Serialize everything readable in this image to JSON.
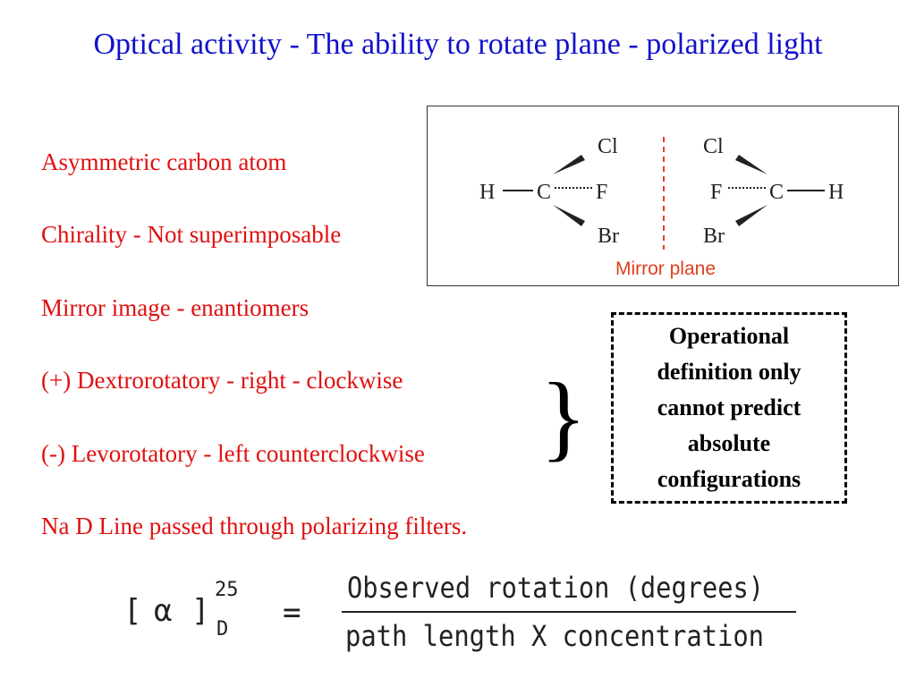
{
  "title": "Optical activity -  The ability to rotate plane - polarized light",
  "bullets": [
    "Asymmetric carbon atom",
    "Chirality - Not superimposable",
    "Mirror image - enantiomers",
    "(+) Dextrorotatory - right - clockwise",
    "(-) Levorotatory - left counterclockwise",
    "Na D Line passed through polarizing filters."
  ],
  "brace": "}",
  "note_box": {
    "lines": [
      "Operational",
      "definition only",
      "cannot predict",
      "absolute",
      "configurations"
    ]
  },
  "diagram": {
    "left_molecule": {
      "h": "H",
      "c": "C",
      "f": "F",
      "cl": "Cl",
      "br": "Br"
    },
    "right_molecule": {
      "h": "H",
      "c": "C",
      "f": "F",
      "cl": "Cl",
      "br": "Br"
    },
    "mirror_label": "Mirror plane",
    "mirror_color": "#e04020"
  },
  "equation": {
    "lhs_open": "[",
    "alpha": "α",
    "lhs_close": "]",
    "superscript": "25",
    "subscript": "D",
    "equals": "=",
    "numerator": "Observed rotation (degrees)",
    "denominator": "path length  X concentration"
  },
  "colors": {
    "title": "#1111cc",
    "bullets": "#e01010"
  }
}
